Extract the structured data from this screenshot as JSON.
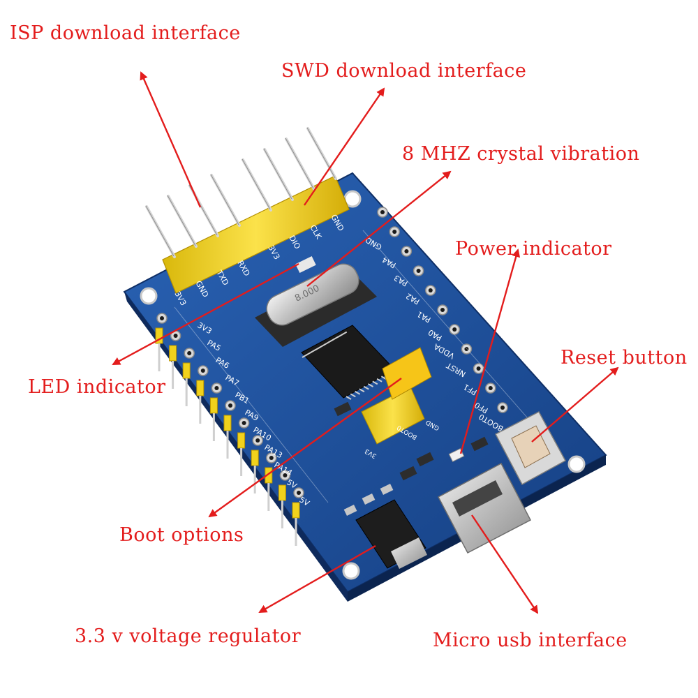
{
  "labels": {
    "isp": "ISP download interface",
    "swd": "SWD download interface",
    "crystal": "8 MHZ crystal vibration",
    "power": "Power indicator",
    "reset": "Reset button",
    "led": "LED indicator",
    "boot": "Boot options",
    "regulator": "3.3 v voltage regulator",
    "usb": "Micro usb interface"
  },
  "board": {
    "isp_pins": [
      "3V3",
      "GND",
      "TXD",
      "RXD"
    ],
    "swd_pins": [
      "3V3",
      "DIO",
      "CLK",
      "GND"
    ],
    "left_pins": [
      "3V3",
      "PA5",
      "PA6",
      "PA7",
      "PB1",
      "PA9",
      "PA10",
      "PA13",
      "PA14",
      "5V",
      "5V"
    ],
    "right_pins": [
      "GND",
      "PA4",
      "PA3",
      "PA2",
      "PA1",
      "PA0",
      "VDDA",
      "NRST",
      "PF1",
      "PF0",
      "BOOT0"
    ],
    "boot_pins": [
      "3V3",
      "BOOT0",
      "GND"
    ],
    "crystal_marking": "8.000"
  },
  "colors": {
    "annotation": "#e31c1c",
    "pcb": "#1d4f9b",
    "header": "#f2d21b"
  }
}
